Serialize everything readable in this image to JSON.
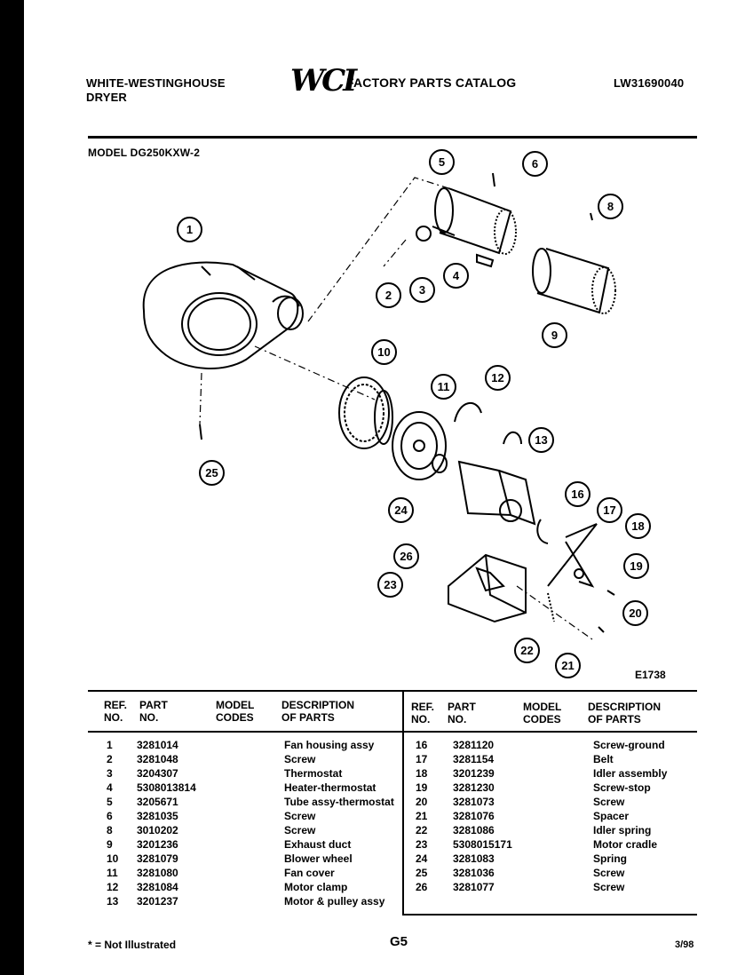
{
  "header": {
    "brand_line1": "WHITE-WESTINGHOUSE",
    "brand_line2": "DRYER",
    "logo_text": "WCI",
    "catalog_title": "FACTORY PARTS CATALOG",
    "catalog_number": "LW31690040",
    "model_label": "MODEL DG250KXW-2"
  },
  "diagram": {
    "figure_code": "E1738",
    "callouts": [
      "1",
      "2",
      "3",
      "4",
      "5",
      "6",
      "8",
      "9",
      "10",
      "11",
      "12",
      "13",
      "16",
      "17",
      "18",
      "19",
      "20",
      "21",
      "22",
      "23",
      "24",
      "25",
      "26"
    ]
  },
  "table": {
    "headers": {
      "ref_line1": "REF.",
      "ref_line2": "NO.",
      "part_line1": "PART",
      "part_line2": "NO.",
      "model_line1": "MODEL",
      "model_line2": "CODES",
      "desc_line1": "DESCRIPTION",
      "desc_line2": "OF PARTS"
    },
    "left_rows": [
      {
        "ref": "1",
        "part": "3281014",
        "desc": "Fan housing assy"
      },
      {
        "ref": "2",
        "part": "3281048",
        "desc": "Screw"
      },
      {
        "ref": "3",
        "part": "3204307",
        "desc": "Thermostat"
      },
      {
        "ref": "4",
        "part": "5308013814",
        "desc": "Heater-thermostat"
      },
      {
        "ref": "5",
        "part": "3205671",
        "desc": "Tube assy-thermostat"
      },
      {
        "ref": "6",
        "part": "3281035",
        "desc": "Screw"
      },
      {
        "ref": "8",
        "part": "3010202",
        "desc": "Screw"
      },
      {
        "ref": "9",
        "part": "3201236",
        "desc": "Exhaust duct"
      },
      {
        "ref": "10",
        "part": "3281079",
        "desc": "Blower wheel"
      },
      {
        "ref": "11",
        "part": "3281080",
        "desc": "Fan cover"
      },
      {
        "ref": "12",
        "part": "3281084",
        "desc": "Motor clamp"
      },
      {
        "ref": "13",
        "part": "3201237",
        "desc": "Motor & pulley assy"
      }
    ],
    "right_rows": [
      {
        "ref": "16",
        "part": "3281120",
        "desc": "Screw-ground"
      },
      {
        "ref": "17",
        "part": "3281154",
        "desc": "Belt"
      },
      {
        "ref": "18",
        "part": "3201239",
        "desc": "Idler assembly"
      },
      {
        "ref": "19",
        "part": "3281230",
        "desc": "Screw-stop"
      },
      {
        "ref": "20",
        "part": "3281073",
        "desc": "Screw"
      },
      {
        "ref": "21",
        "part": "3281076",
        "desc": "Spacer"
      },
      {
        "ref": "22",
        "part": "3281086",
        "desc": "Idler spring"
      },
      {
        "ref": "23",
        "part": "5308015171",
        "desc": "Motor cradle"
      },
      {
        "ref": "24",
        "part": "3281083",
        "desc": "Spring"
      },
      {
        "ref": "25",
        "part": "3281036",
        "desc": "Screw"
      },
      {
        "ref": "26",
        "part": "3281077",
        "desc": "Screw"
      }
    ]
  },
  "footer": {
    "note": "* = Not Illustrated",
    "page_code": "G5",
    "date": "3/98"
  }
}
